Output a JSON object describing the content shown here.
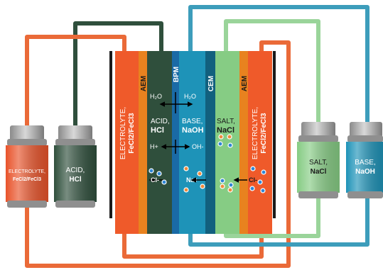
{
  "colors": {
    "electrolyte": "#ef5a2a",
    "acid": "#2f4f3c",
    "base": "#1e93b8",
    "salt": "#86cc84",
    "aem": "#e8821f",
    "bpm": "#1a6aa6",
    "cem": "#12607e",
    "electrode": "#1a1a1a",
    "ion_orange": "#f08a3c",
    "ion_blue": "#2f86d6",
    "pipe_orange": "#ea6a38",
    "pipe_green": "#2f4f3c",
    "pipe_teal": "#3d9dbb",
    "pipe_light_green": "#9ad49a"
  },
  "membranes": {
    "aem_left": "AEM",
    "bpm": "BPM",
    "cem": "CEM",
    "aem_right": "AEM"
  },
  "compartments": {
    "electrolyte_left": {
      "line1": "ELECTROLYTE,",
      "line2": "FeCl2/FeCl3"
    },
    "acid": {
      "line1": "ACID,",
      "line2": "HCl"
    },
    "base": {
      "line1": "BASE,",
      "line2": "NaOH"
    },
    "salt": {
      "line1": "SALT,",
      "line2": "NaCl"
    },
    "electrolyte_right": {
      "line1": "ELECTROLYTE,",
      "line2": "FeCl2/FeCl3"
    }
  },
  "reactions": {
    "water_left": "H₂O",
    "water_right": "H₂O",
    "h_plus": "H+",
    "oh_minus": "OH-",
    "cl_left": "Cl-",
    "na_plus": "Na+",
    "cl_right": "Cl-"
  },
  "tanks": {
    "electrolyte": {
      "line1": "ELECTROLYTE,",
      "line2": "FeCl2/FeCl3"
    },
    "acid": {
      "line1": "ACID,",
      "line2": "HCl"
    },
    "salt": {
      "line1": "SALT,",
      "line2": "NaCl"
    },
    "base": {
      "line1": "BASE,",
      "line2": "NaOH"
    }
  }
}
